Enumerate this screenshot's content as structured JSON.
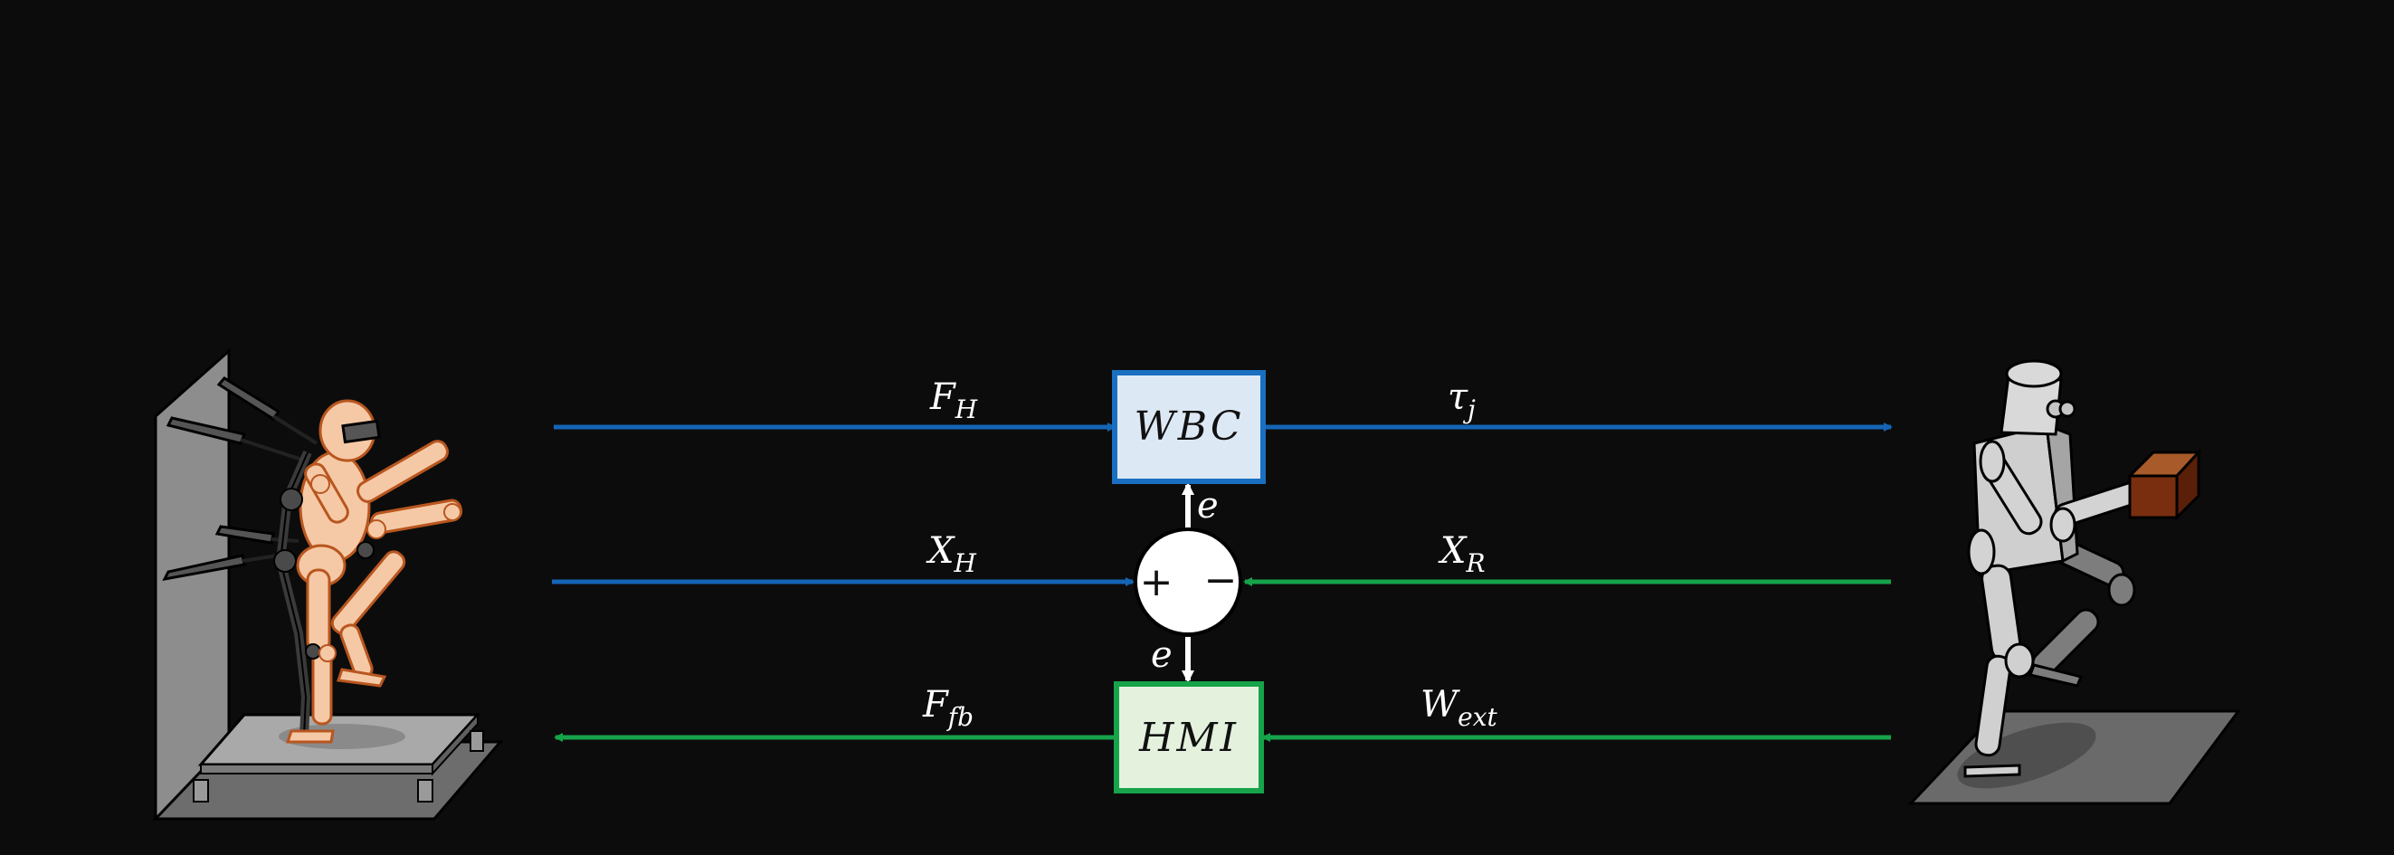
{
  "colors": {
    "background": "#0c0c0c",
    "human_path": "#1565b5",
    "robot_path": "#16a34a",
    "wbc_fill": "#dde8f5",
    "wbc_border": "#1a6fc0",
    "hmi_fill": "#e4f2dd",
    "hmi_border": "#16a34a",
    "junction_fill": "#ffffff",
    "error_arrow": "#ffffff",
    "skin": "#f6c9a6",
    "skin_outline": "#b8561f",
    "box_brown": "#7a2e10"
  },
  "blocks": {
    "wbc": "WBC",
    "hmi": "HMI"
  },
  "junction": {
    "plus": "+",
    "minus": "−"
  },
  "signals": {
    "force_human": {
      "base": "F",
      "sub": "H"
    },
    "torque_joint": {
      "base": "τ",
      "sub": "j"
    },
    "pose_human": {
      "base": "X",
      "sub": "H"
    },
    "pose_robot": {
      "base": "X",
      "sub": "R"
    },
    "force_feedback": {
      "base": "F",
      "sub": "fb"
    },
    "wrench_external": {
      "base": "W",
      "sub": "ext"
    },
    "error_up": "e",
    "error_down": "e"
  },
  "illustrations": {
    "left": "human-operator-exoskeleton-icon",
    "right": "humanoid-robot-carrying-box-icon"
  }
}
